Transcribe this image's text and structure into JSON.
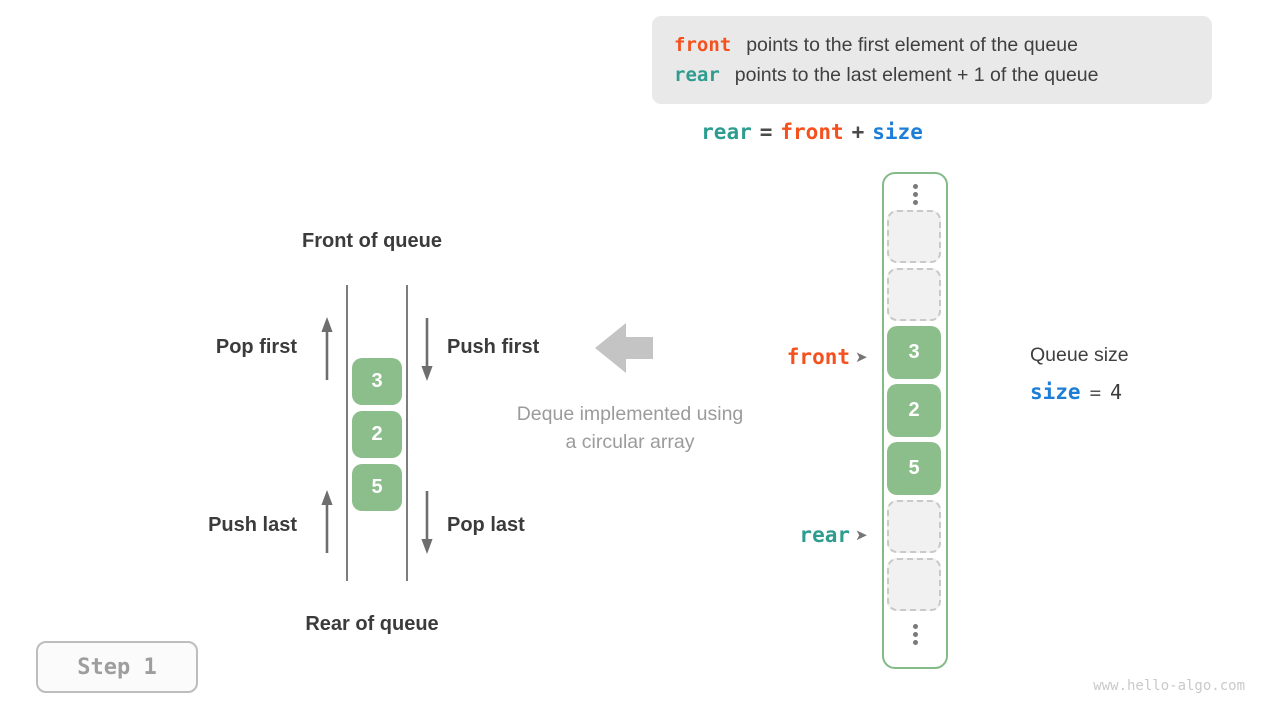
{
  "colors": {
    "orange": "#f4511e",
    "teal": "#2e9d8f",
    "blue": "#1c7ed6",
    "green": "#8cbe8c",
    "green-border": "#84bb88"
  },
  "legend": {
    "line1": {
      "code": "front",
      "text": "points to the first element of the queue"
    },
    "line2": {
      "code": "rear",
      "text": "points to the last element + 1 of the queue"
    }
  },
  "formula": {
    "lhs": "rear",
    "eq": "=",
    "rhs1": "front",
    "plus": "+",
    "rhs2": "size"
  },
  "left_diagram": {
    "front_title": "Front of queue",
    "rear_title": "Rear of queue",
    "pop_first": "Pop first",
    "push_first": "Push first",
    "push_last": "Push last",
    "pop_last": "Pop last",
    "stack": [
      "3",
      "2",
      "5"
    ]
  },
  "caption": {
    "line1": "Deque implemented using",
    "line2": "a circular array"
  },
  "array": {
    "front_pointer": "front",
    "rear_pointer": "rear",
    "pointer_arrow": "➤",
    "cells": [
      {
        "type": "empty"
      },
      {
        "type": "empty"
      },
      {
        "type": "filled",
        "value": "3"
      },
      {
        "type": "filled",
        "value": "2"
      },
      {
        "type": "filled",
        "value": "5"
      },
      {
        "type": "empty"
      },
      {
        "type": "empty"
      }
    ]
  },
  "queue_size": {
    "title": "Queue size",
    "var": "size",
    "eq": "=",
    "value": "4"
  },
  "step": {
    "label": "Step 1"
  },
  "watermark": "www.hello-algo.com"
}
